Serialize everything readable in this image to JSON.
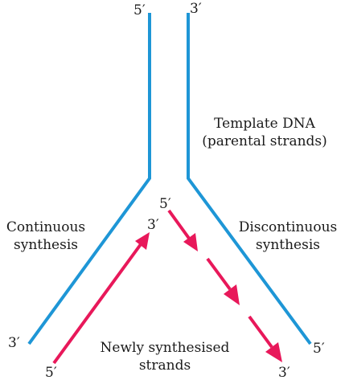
{
  "colors": {
    "template_strand": "#1e96d6",
    "new_strand": "#e8185a",
    "text": "#1a1a1a"
  },
  "labels": {
    "template_dna_line1": "Template DNA",
    "template_dna_line2": "(parental strands)",
    "continuous_line1": "Continuous",
    "continuous_line2": "synthesis",
    "discontinuous_line1": "Discontinuous",
    "discontinuous_line2": "synthesis",
    "newly_line1": "Newly synthesised",
    "newly_line2": "strands"
  },
  "strand_ends": {
    "left_template_top": "5′",
    "right_template_top": "3′",
    "left_template_bottom": "3′",
    "right_template_bottom": "5′",
    "leading_start": "5′",
    "leading_end": "3′",
    "lagging_start": "5′",
    "lagging_end": "3′"
  }
}
